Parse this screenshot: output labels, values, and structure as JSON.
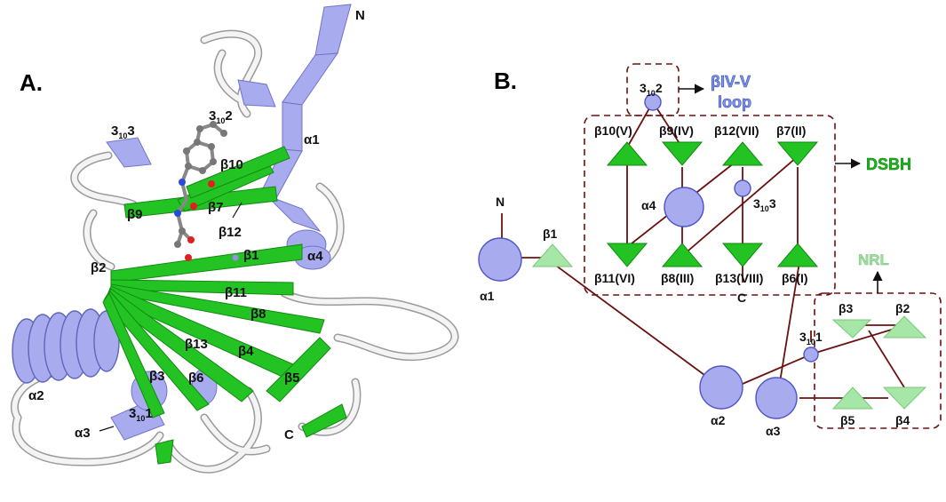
{
  "panels": {
    "a_label": "A.",
    "b_label": "B."
  },
  "colors": {
    "helix": "#a8acee",
    "helix_dark": "#6f74c8",
    "strand": "#22c322",
    "strand_dark": "#128a12",
    "strand_light": "#a6e6a6",
    "loop": "#e4e4e4",
    "connector": "#6b1010",
    "box": "#6b1010"
  },
  "structure_labels": {
    "n_term": "N",
    "c_term": "C",
    "a1": "α1",
    "a2": "α2",
    "a3": "α3",
    "a4": "α4",
    "b1": "β1",
    "b2": "β2",
    "b3": "β3",
    "b4": "β4",
    "b5": "β5",
    "b6": "β6",
    "b7": "β7",
    "b8": "β8",
    "b9": "β9",
    "b10": "β10",
    "b11": "β11",
    "b12": "β12",
    "b13": "β13",
    "h310_1_main": "3",
    "h310_1_sub": "10",
    "h310_1_num": "1",
    "h310_2_main": "3",
    "h310_2_sub": "10",
    "h310_2_num": "2",
    "h310_3_main": "3",
    "h310_3_sub": "10",
    "h310_3_num": "3"
  },
  "topology_labels": {
    "b10_v": "β10(V)",
    "b9_iv": "β9(IV)",
    "b12_vii": "β12(VII)",
    "b7_ii": "β7(II)",
    "b11_vi": "β11(VI)",
    "b8_iii": "β8(III)",
    "b13_viii": "β13(VIII)",
    "b6_i": "β6(I)",
    "a1": "α1",
    "a2": "α2",
    "a3": "α3",
    "a4": "α4",
    "b1": "β1",
    "b2": "β2",
    "b3": "β3",
    "b4": "β4",
    "b5": "β5",
    "n": "N",
    "c": "C",
    "t310_1_main": "3",
    "t310_1_sub": "10",
    "t310_1_num": "1",
    "t310_2_main": "3",
    "t310_2_sub": "10",
    "t310_2_num": "2",
    "t310_3_main": "3",
    "t310_3_sub": "10",
    "t310_3_num": "3"
  },
  "annotations": {
    "loop_line1": "βIV-V",
    "loop_line2": "loop",
    "dsbh": "DSBH",
    "nrl": "NRL"
  }
}
